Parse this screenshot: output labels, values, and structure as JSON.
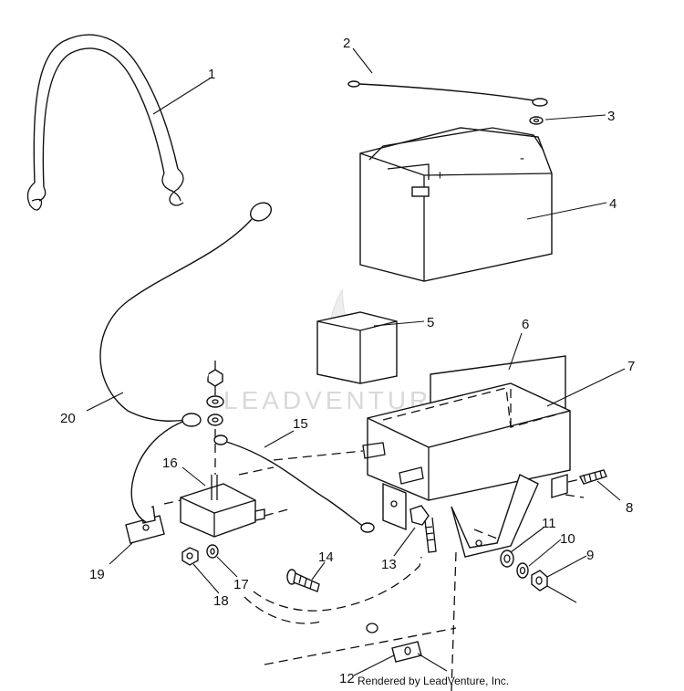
{
  "diagram": {
    "watermark": "LEADVENTURE",
    "credit": "Rendered by LeadVenture, Inc.",
    "callouts": [
      "1",
      "2",
      "3",
      "4",
      "5",
      "6",
      "7",
      "8",
      "9",
      "10",
      "11",
      "12",
      "13",
      "14",
      "15",
      "16",
      "17",
      "18",
      "19",
      "20"
    ]
  },
  "parts": [
    {
      "callout": "1",
      "name": "cable-1"
    },
    {
      "callout": "2",
      "name": "cable-2"
    },
    {
      "callout": "3",
      "name": "washer-3"
    },
    {
      "callout": "4",
      "name": "battery"
    },
    {
      "callout": "5",
      "name": "block-5"
    },
    {
      "callout": "6",
      "name": "panel-6"
    },
    {
      "callout": "7",
      "name": "battery-box"
    },
    {
      "callout": "8",
      "name": "bolt-8"
    },
    {
      "callout": "9",
      "name": "nut-9"
    },
    {
      "callout": "10",
      "name": "washer-10"
    },
    {
      "callout": "11",
      "name": "washer-11"
    },
    {
      "callout": "12",
      "name": "clip-12"
    },
    {
      "callout": "13",
      "name": "bolt-13"
    },
    {
      "callout": "14",
      "name": "bolt-14"
    },
    {
      "callout": "15",
      "name": "cable-15"
    },
    {
      "callout": "16",
      "name": "solenoid"
    },
    {
      "callout": "17",
      "name": "washer-17"
    },
    {
      "callout": "18",
      "name": "nut-18"
    },
    {
      "callout": "19",
      "name": "bracket-19"
    },
    {
      "callout": "20",
      "name": "cable-20"
    }
  ]
}
